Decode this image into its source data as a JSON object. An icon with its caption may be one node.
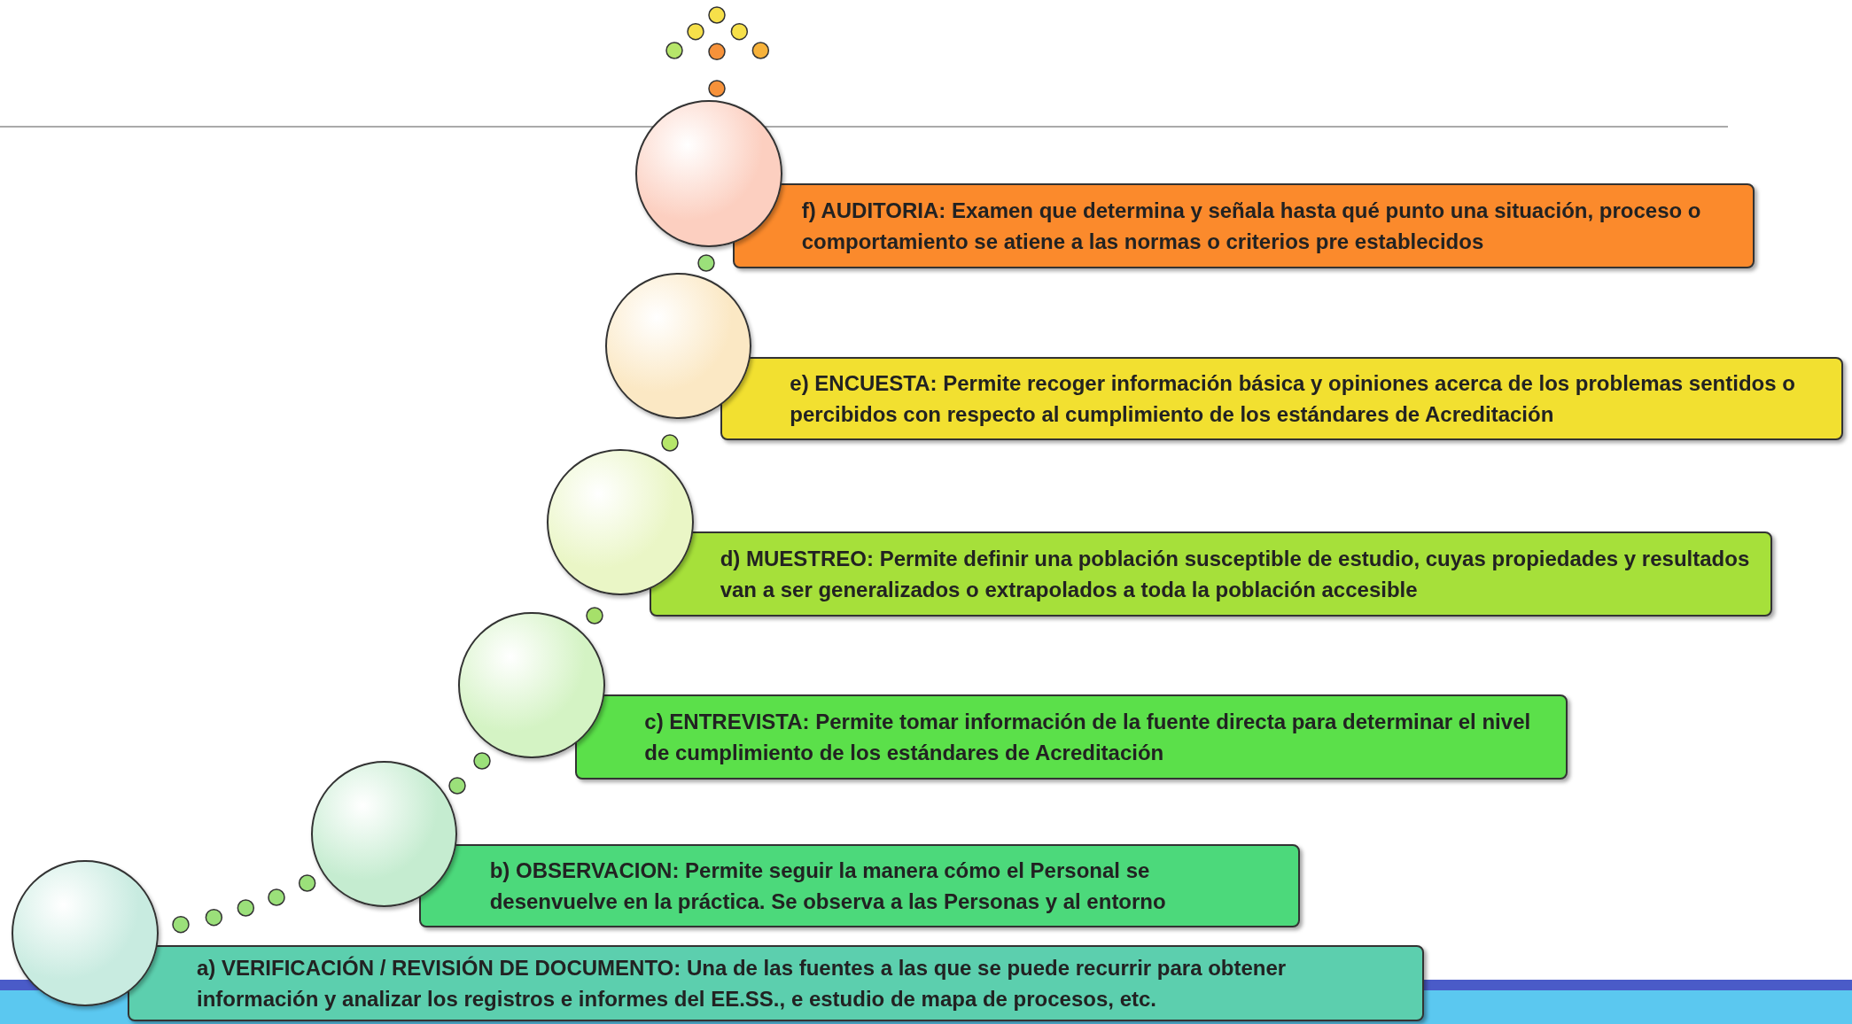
{
  "diagram": {
    "nodes": [
      {
        "text": [],
        "shape": "circle"
      },
      {
        "text": [
          "a) VERIFICACIÓN / REVISIÓN DE DOCUMENTO: Una de las fuentes a las que se puede recurrir para obtener información y analizar los registros e informes del EE.SS., e estudio de mapa de procesos, etc."
        ]
      },
      {
        "text": [],
        "shape": "circle"
      },
      {
        "text": [
          "b) OBSERVACION: Permite seguir la manera cómo el Personal se desenvuelve en la práctica. Se observa a las Personas y al entorno"
        ]
      },
      {
        "text": [],
        "shape": "circle"
      },
      {
        "text": [
          "c) ENTREVISTA: Permite tomar información de la fuente directa para determinar el nivel de cumplimiento de los estándares de Acreditación"
        ]
      },
      {
        "text": [],
        "shape": "circle"
      },
      {
        "text": [
          "d) MUESTREO: Permite definir una población susceptible de estudio, cuyas propiedades y resultados van a ser generalizados o extrapolados a toda la población accesible"
        ]
      },
      {
        "text": [],
        "shape": "circle"
      },
      {
        "text": [
          "e) ENCUESTA: Permite recoger información básica y opiniones acerca de los problemas sentidos o percibidos con respecto al cumplimiento de los estándares de Acreditación"
        ]
      },
      {
        "text": [],
        "shape": "circle"
      },
      {
        "text": [
          "f) AUDITORIA: Examen que determina y señala hasta qué punto una situación, proceso o comportamiento se atiene a las normas o criterios pre establecidos"
        ]
      }
    ]
  }
}
